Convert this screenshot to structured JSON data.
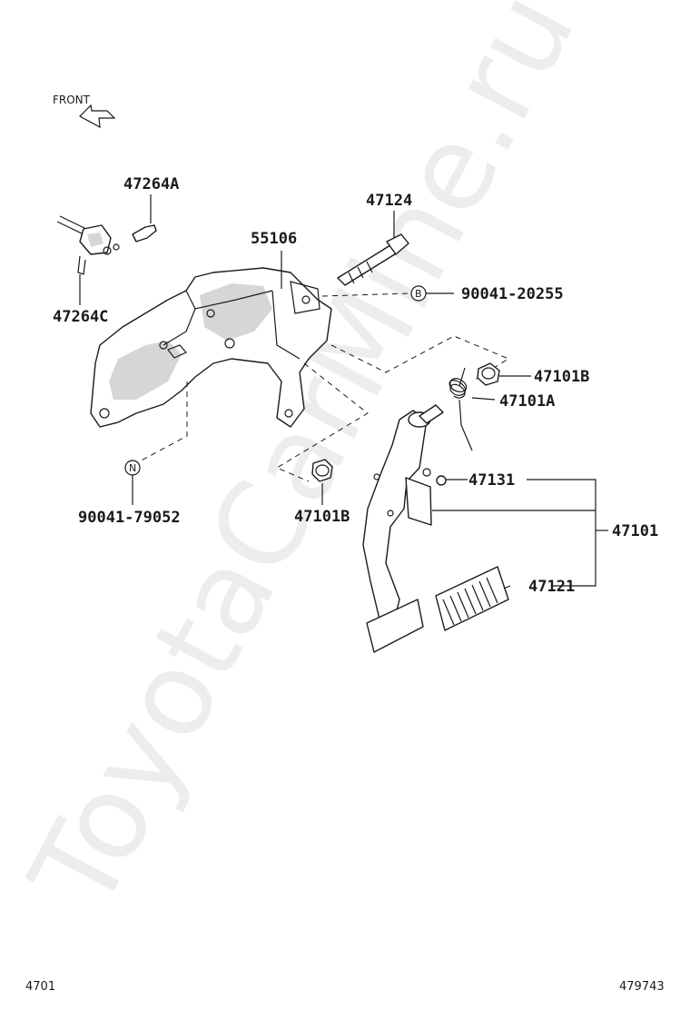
{
  "front_label": "FRONT",
  "watermark": "ToyotaCarMine.ru",
  "parts": {
    "p47264A": "47264A",
    "p47264C": "47264C",
    "p47124": "47124",
    "p55106": "55106",
    "p90041_20255": "90041-20255",
    "p47101B_top": "47101B",
    "p47101A": "47101A",
    "p47131": "47131",
    "p47101": "47101",
    "p47121": "47121",
    "p47101B_bottom": "47101B",
    "p90041_79052": "90041-79052"
  },
  "markers": {
    "B": "B",
    "N": "N"
  },
  "footer": {
    "left_code": "4701",
    "right_code": "479743"
  }
}
